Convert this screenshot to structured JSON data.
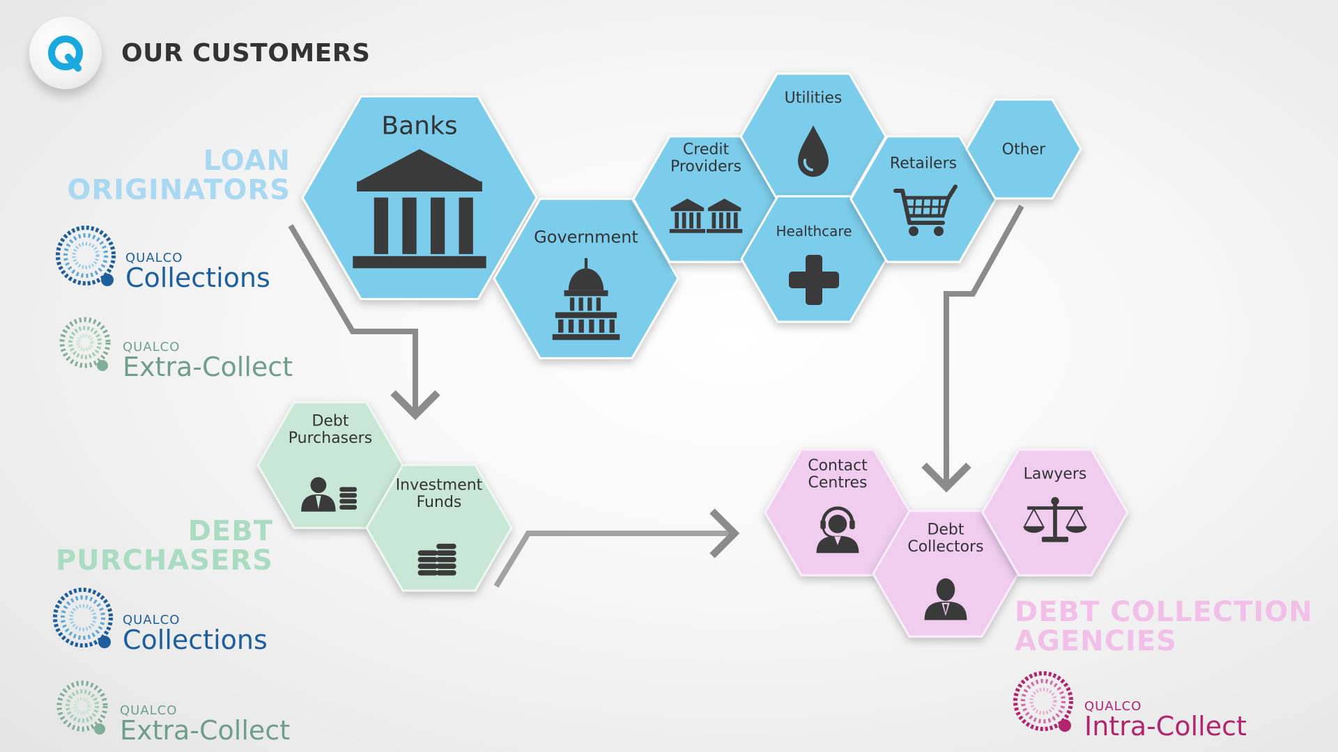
{
  "header": {
    "title": "OUR CUSTOMERS"
  },
  "sections": {
    "loan_originators": {
      "line1": "LOAN",
      "line2": "ORIGINATORS"
    },
    "debt_purchasers": {
      "line1": "DEBT",
      "line2": "PURCHASERS"
    },
    "debt_collection_agencies": {
      "line1": "DEBT COLLECTION",
      "line2": "AGENCIES"
    }
  },
  "hexes": [
    {
      "id": "banks",
      "label": "Banks",
      "icon": "bank-icon",
      "group": "blue"
    },
    {
      "id": "government",
      "label": "Government",
      "icon": "capitol-icon",
      "group": "blue"
    },
    {
      "id": "credit-providers",
      "label": "Credit\nProviders",
      "icon": "double-bank-icon",
      "group": "blue"
    },
    {
      "id": "utilities",
      "label": "Utilities",
      "icon": "water-drop-icon",
      "group": "blue"
    },
    {
      "id": "healthcare",
      "label": "Healthcare",
      "icon": "medical-cross-icon",
      "group": "blue"
    },
    {
      "id": "retailers",
      "label": "Retailers",
      "icon": "shopping-cart-icon",
      "group": "blue"
    },
    {
      "id": "other",
      "label": "Other",
      "icon": "",
      "group": "blue"
    },
    {
      "id": "debt-purchasers",
      "label": "Debt\nPurchasers",
      "icon": "buyer-coins-icon",
      "group": "green"
    },
    {
      "id": "investment-funds",
      "label": "Investment\nFunds",
      "icon": "coin-stacks-icon",
      "group": "green"
    },
    {
      "id": "contact-centres",
      "label": "Contact\nCentres",
      "icon": "headset-operator-icon",
      "group": "pink"
    },
    {
      "id": "debt-collectors",
      "label": "Debt\nCollectors",
      "icon": "person-icon",
      "group": "pink"
    },
    {
      "id": "lawyers",
      "label": "Lawyers",
      "icon": "scales-icon",
      "group": "pink"
    }
  ],
  "products": [
    {
      "id": "lo-collections",
      "brand": "QUALCO",
      "name": "Collections",
      "color": "#1d5e9c"
    },
    {
      "id": "lo-extra-collect",
      "brand": "QUALCO",
      "name": "Extra-Collect",
      "color": "#6f9f8c"
    },
    {
      "id": "dp-collections",
      "brand": "QUALCO",
      "name": "Collections",
      "color": "#1d5e9c"
    },
    {
      "id": "dp-extra-collect",
      "brand": "QUALCO",
      "name": "Extra-Collect",
      "color": "#6f9f8c"
    },
    {
      "id": "dca-intra-collect",
      "brand": "QUALCO",
      "name": "Intra-Collect",
      "color": "#b3246f"
    }
  ],
  "colors": {
    "blue": "#7ccdeb",
    "blue_section": "#a9d9f2",
    "green": "#c9e7d6",
    "green_section": "#a9dcc0",
    "pink": "#f0cdef",
    "pink_section": "#f2bfe9",
    "arrow": "#8b8b8b",
    "icon": "#3a3a3a",
    "logo": "#1aa9df"
  }
}
